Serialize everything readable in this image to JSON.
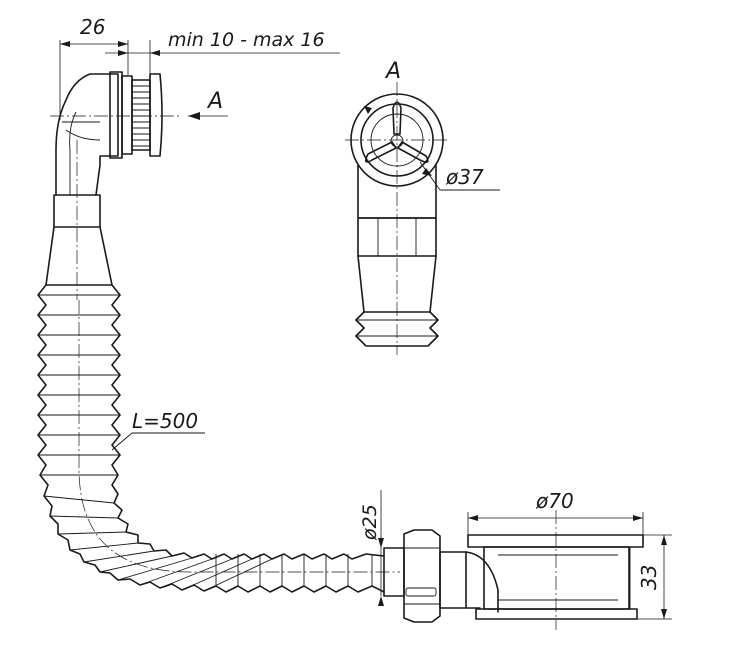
{
  "dimensions": {
    "width_26": "26",
    "thickness_range": "min 10 - max 16",
    "view_marker": "A",
    "view_title": "A",
    "diameter_37": "ø37",
    "length": "L=500",
    "diameter_25": "ø25",
    "diameter_70": "ø70",
    "height_33": "33"
  },
  "colors": {
    "line": "#1a1a1a",
    "background": "#ffffff"
  }
}
